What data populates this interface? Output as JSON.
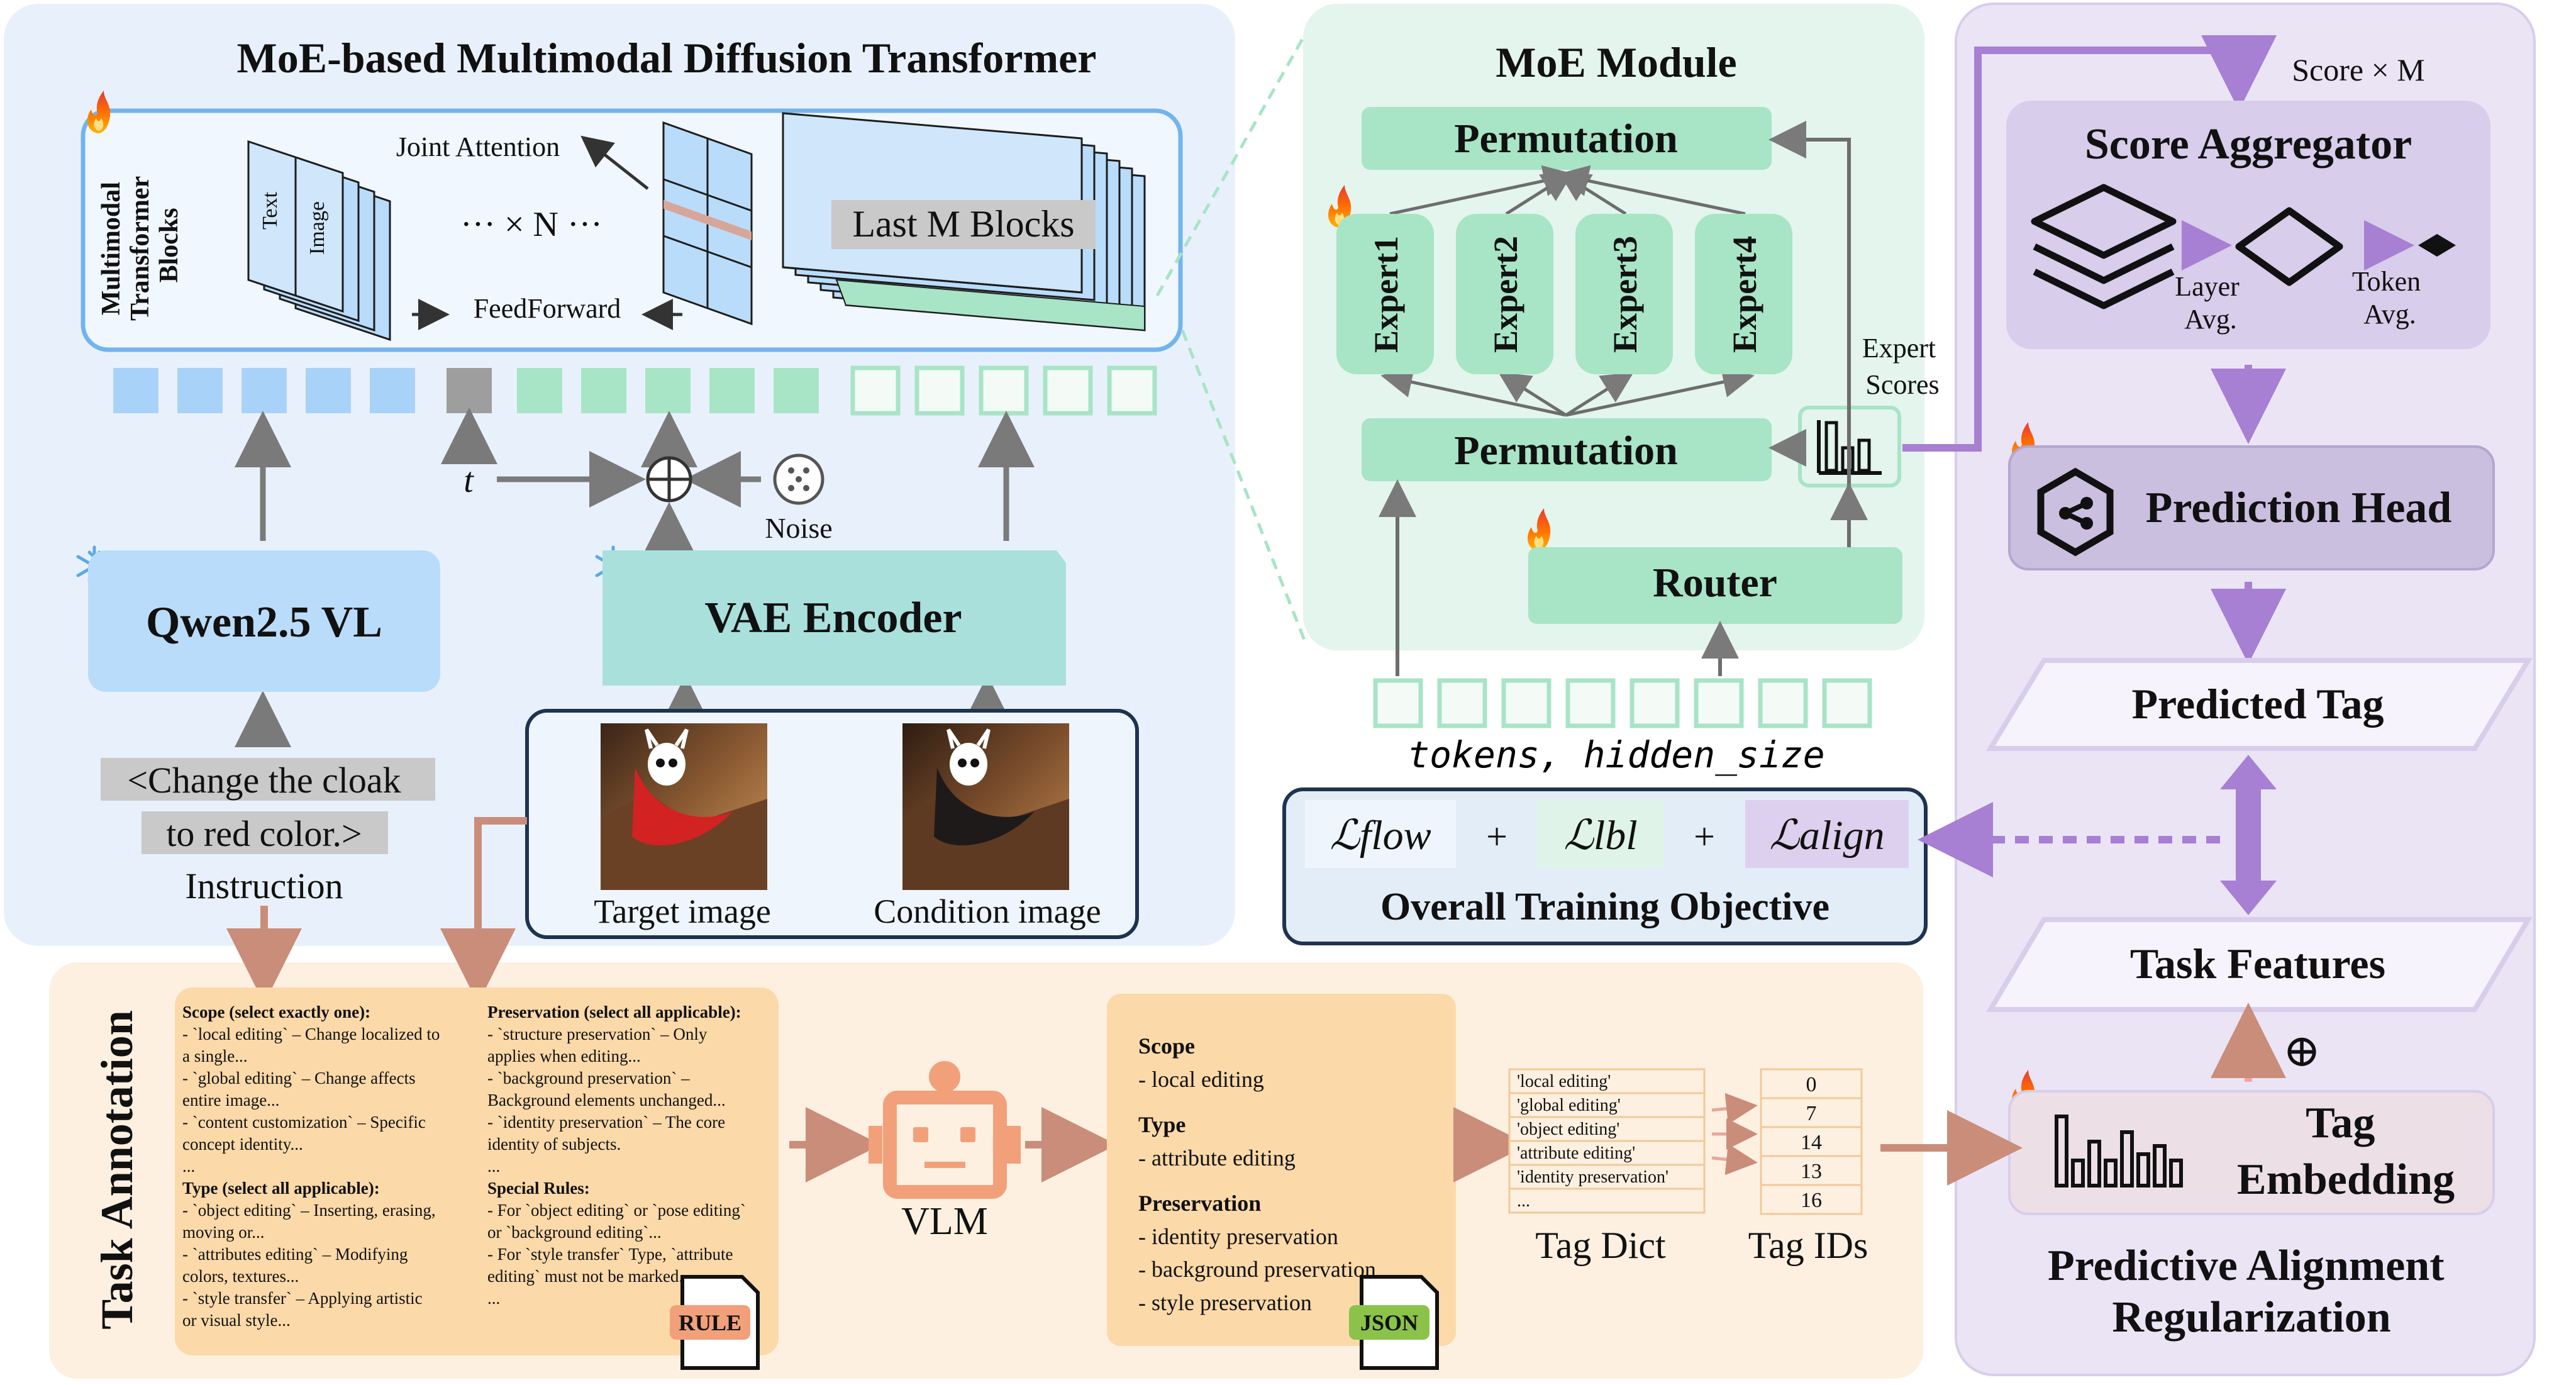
{
  "dit": {
    "title": "MoE-based Multimodal Diffusion Transformer",
    "blocks_label": [
      "Multimodal",
      "Transformer",
      "Blocks"
    ],
    "text_label": "Text",
    "image_label": "Image",
    "joint_attention": "Joint Attention",
    "repeat": "··· × N ···",
    "feedforward": "FeedForward",
    "last_m_blocks": "Last M Blocks",
    "t_label": "t",
    "noise_label": "Noise",
    "qwen": "Qwen2.5 VL",
    "vae": "VAE Encoder",
    "instruction_line1": "<Change the cloak",
    "instruction_line2": "to red color.>",
    "instruction_caption": "Instruction",
    "target_caption": "Target image",
    "condition_caption": "Condition image"
  },
  "moe": {
    "title": "MoE Module",
    "permutation_top": "Permutation",
    "permutation_bottom": "Permutation",
    "experts": [
      "Expert1",
      "Expert2",
      "Expert3",
      "Expert4"
    ],
    "expert_scores_line1": "Expert",
    "expert_scores_line2": "Scores",
    "router": "Router",
    "tokens_caption": "tokens, hidden_size"
  },
  "objective": {
    "title": "Overall Training Objective",
    "terms": [
      "ℒflow",
      "ℒlbl",
      "ℒalign"
    ],
    "plus": "+"
  },
  "par": {
    "score_label": "Score × M",
    "score_aggregator": "Score Aggregator",
    "layer_avg": [
      "Layer",
      "Avg."
    ],
    "token_avg": [
      "Token",
      "Avg."
    ],
    "prediction_head": "Prediction Head",
    "predicted_tag": "Predicted Tag",
    "task_features": "Task Features",
    "oplus": "⊕",
    "tag_embedding": [
      "Tag",
      "Embedding"
    ],
    "title_line1": "Predictive Alignment",
    "title_line2": "Regularization"
  },
  "annotation": {
    "side_title": "Task Annotation",
    "rule_col1": [
      "Scope (select exactly one):",
      "- `local editing` – Change localized to",
      "a single...",
      "- `global editing` – Change affects",
      "entire image...",
      "- `content customization` – Specific",
      "concept identity...",
      "...",
      "Type (select all applicable):",
      "- `object editing` – Inserting, erasing,",
      "moving or...",
      "- `attributes editing` – Modifying",
      "colors, textures...",
      "- `style transfer` – Applying artistic",
      "or visual style..."
    ],
    "rule_col2": [
      "Preservation (select all applicable):",
      "- `structure preservation` – Only",
      "applies when editing...",
      "- `background preservation` –",
      "Background elements unchanged...",
      "- `identity preservation` – The core",
      "identity of subjects.",
      "...",
      "Special Rules:",
      "- For `object editing` or `pose editing`",
      "or `background editing`...",
      "- For `style transfer` Type, `attribute",
      "editing` must not be marked.",
      "..."
    ],
    "rule_badge": "RULE",
    "vlm": "VLM",
    "json_lines": [
      "Scope",
      "- local editing",
      "Type",
      "- attribute editing",
      "Preservation",
      "- identity preservation",
      "- background preservation",
      "- style preservation"
    ],
    "json_badge": "JSON",
    "tag_dict_items": [
      "'local editing'",
      "'global editing'",
      "'object editing'",
      "'attribute editing'",
      "'identity preservation'",
      "..."
    ],
    "tag_ids": [
      "0",
      "7",
      "14",
      "13",
      "16"
    ],
    "tag_dict_caption": "Tag Dict",
    "tag_ids_caption": "Tag IDs"
  },
  "colors": {
    "blue_panel": "#e8f1fb",
    "green_panel": "#e3f5ec",
    "purple_panel": "#ebe4f5",
    "orange_panel": "#fdf0e0",
    "green_box": "#a8e4c6",
    "blue_box": "#b9dcfa",
    "purple_arrow": "#a77fd3",
    "brown_arrow": "#c98d7a"
  }
}
